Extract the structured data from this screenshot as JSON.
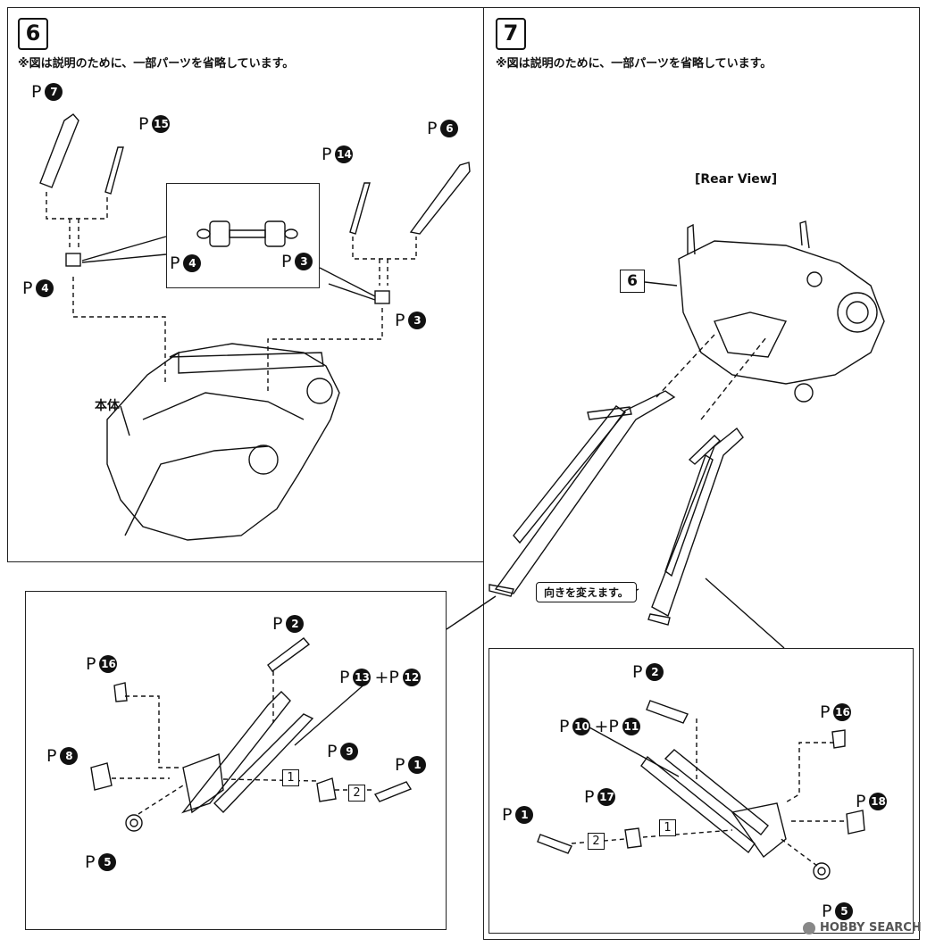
{
  "steps": [
    {
      "number": "6",
      "note": "※図は説明のために、一部パーツを省略しています。"
    },
    {
      "number": "7",
      "note": "※図は説明のために、一部パーツを省略しています。"
    }
  ],
  "step6": {
    "labels": [
      {
        "prefix": "P",
        "num": "7"
      },
      {
        "prefix": "P",
        "num": "15"
      },
      {
        "prefix": "P",
        "num": "14"
      },
      {
        "prefix": "P",
        "num": "6"
      },
      {
        "prefix": "P",
        "num": "4"
      },
      {
        "prefix": "P",
        "num": "3"
      },
      {
        "prefix": "P",
        "num": "4"
      },
      {
        "prefix": "P",
        "num": "3"
      }
    ],
    "body_label": "本体"
  },
  "step7": {
    "rear_view": "[Rear View]",
    "part_ref": "6",
    "orientation_note": "向きを変えます。"
  },
  "subleft": {
    "labels": [
      {
        "prefix": "P",
        "num": "2"
      },
      {
        "prefix": "P",
        "num": "16"
      },
      {
        "prefix": "P",
        "num": "13",
        "plus": "+P",
        "num2": "12"
      },
      {
        "prefix": "P",
        "num": "8"
      },
      {
        "prefix": "P",
        "num": "9"
      },
      {
        "prefix": "P",
        "num": "1"
      },
      {
        "prefix": "P",
        "num": "5"
      }
    ],
    "order": [
      "1",
      "2"
    ]
  },
  "subright": {
    "labels": [
      {
        "prefix": "P",
        "num": "2"
      },
      {
        "prefix": "P",
        "num": "16"
      },
      {
        "prefix": "P",
        "num": "10",
        "plus": "+P",
        "num2": "11"
      },
      {
        "prefix": "P",
        "num": "17"
      },
      {
        "prefix": "P",
        "num": "1"
      },
      {
        "prefix": "P",
        "num": "18"
      },
      {
        "prefix": "P",
        "num": "5"
      }
    ],
    "order": [
      "2",
      "1"
    ]
  },
  "watermark": "HOBBY SEARCH"
}
